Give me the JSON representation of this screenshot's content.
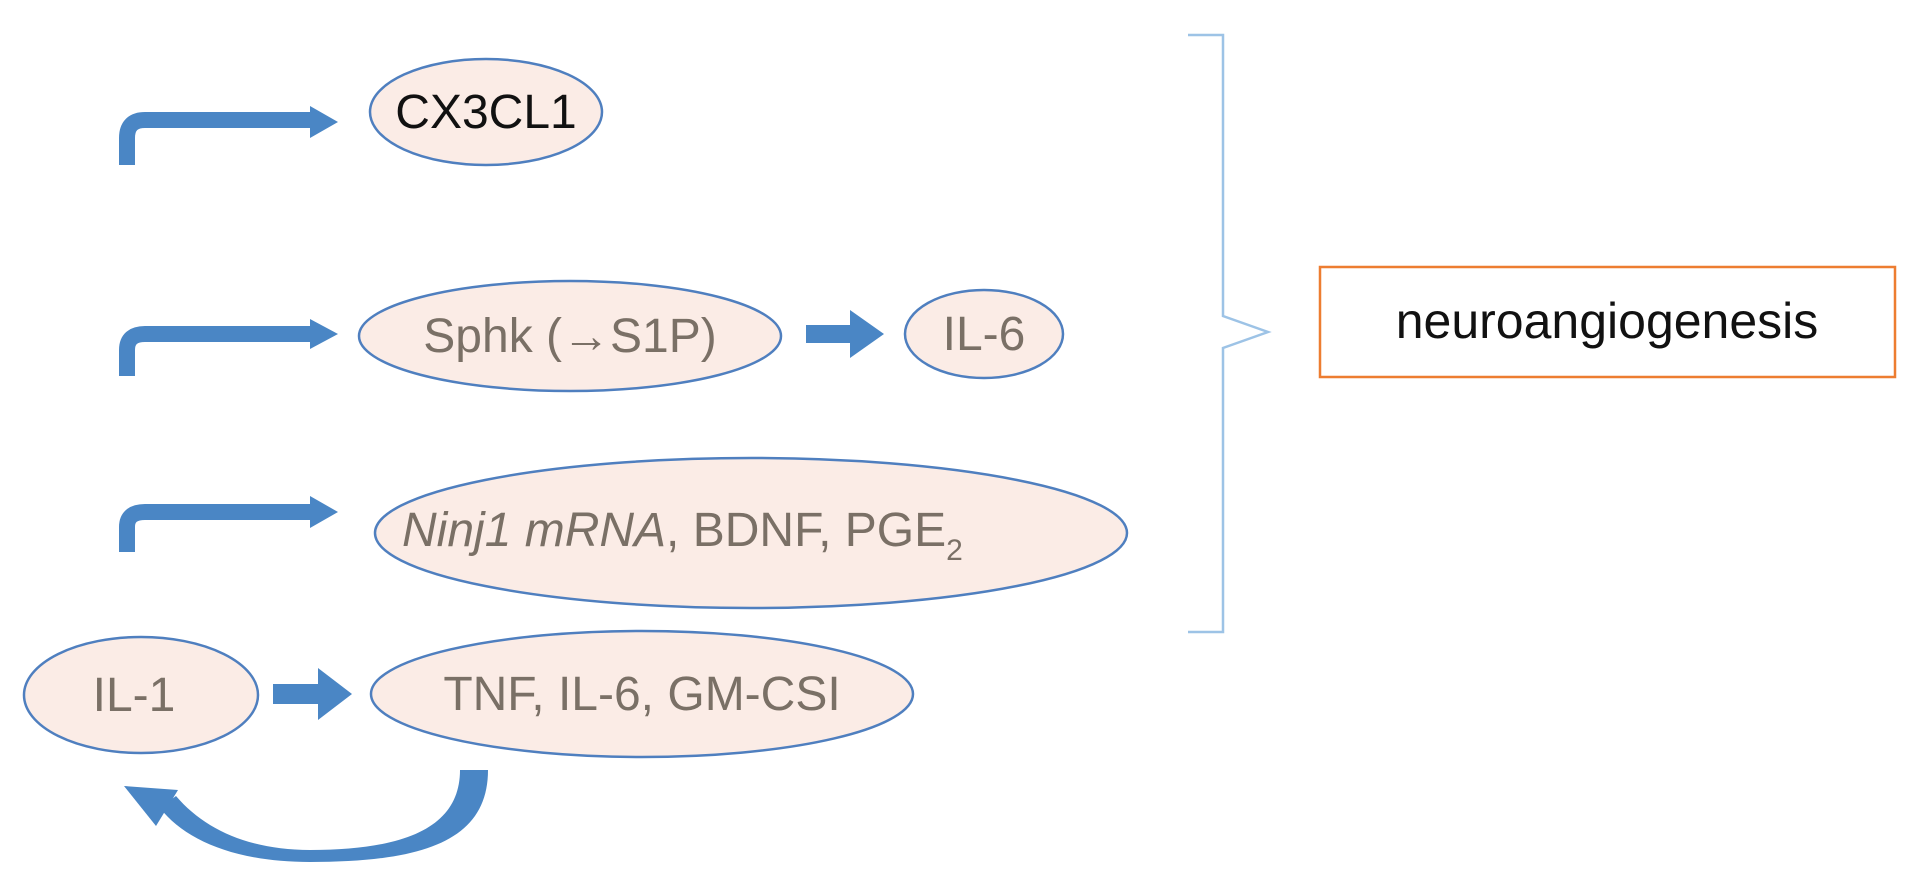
{
  "nodes": {
    "cx3cl1": "CX3CL1",
    "sphk": "Sphk (→S1P)",
    "il6_right": "IL-6",
    "ninj1_mrna": "Ninj1 mRNA",
    "bdnf_pge": ", BDNF, PGE",
    "pge_subscript": "2",
    "il1": "IL-1",
    "tnf_group": "TNF, IL-6, GM-CSI"
  },
  "outcome": {
    "label": "neuroangiogenesis"
  },
  "colors": {
    "node_fill": "#fbece6",
    "node_border": "#4f7fbf",
    "arrow": "#4a86c5",
    "bracket": "#9dc3e6",
    "outcome_border": "#ed7d31",
    "muted_text": "#7a7066",
    "dark_text": "#111111"
  }
}
